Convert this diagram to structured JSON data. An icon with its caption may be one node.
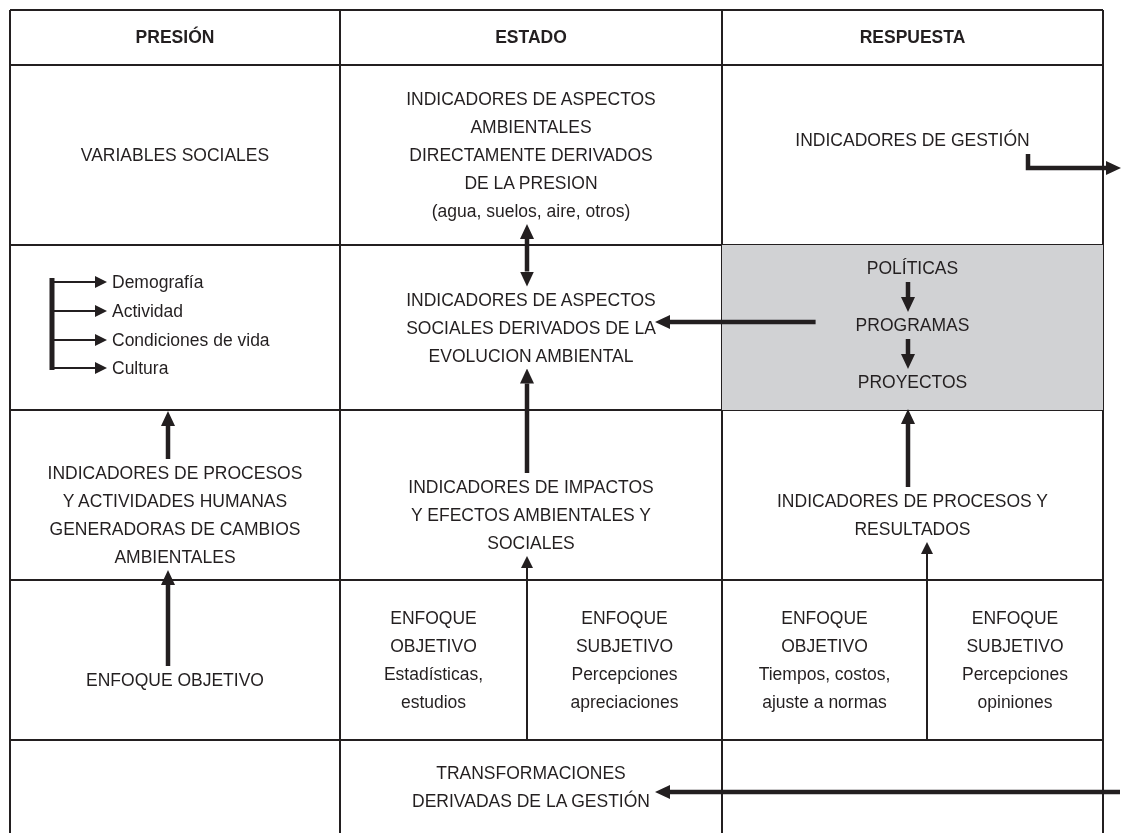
{
  "diagram": {
    "nodes": [
      {
        "text": [
          "VARIABLES SOCIALES"
        ]
      },
      {
        "text": [
          "INDICADORES DE ASPECTOS AMBIENTALES DIRECTAMENTE DERIVADOS DE LA PRESION",
          "(agua, suelos, aire, otros)"
        ]
      },
      {
        "text": [
          "INDICADORES DE GESTIÓN"
        ]
      },
      {
        "text": [
          "Demografía"
        ]
      },
      {
        "text": [
          "Actividad"
        ]
      },
      {
        "text": [
          "Condiciones de vida"
        ]
      },
      {
        "text": [
          "Cultura"
        ]
      },
      {
        "text": [
          "INDICADORES DE ASPECTOS SOCIALES DERIVADOS DE LA EVOLUCION AMBIENTAL"
        ]
      },
      {
        "text": [],
        "shape": "box"
      },
      {
        "text": [
          "POLÍTICAS"
        ],
        "in": 8
      },
      {
        "text": [
          "PROGRAMAS"
        ],
        "in": 8
      },
      {
        "text": [
          "PROYECTOS"
        ],
        "in": 8
      },
      {
        "text": [
          "INDICADORES DE PROCESOS Y ACTIVIDADES HUMANAS GENERADORAS DE CAMBIOS AMBIENTALES"
        ]
      },
      {
        "text": [
          "INDICADORES DE IMPACTOS Y EFECTOS AMBIENTALES Y SOCIALES"
        ]
      },
      {
        "text": [
          "INDICADORES DE PROCESOS Y RESULTADOS"
        ]
      },
      {
        "text": [
          "ENFOQUE OBJETIVO"
        ]
      },
      {
        "text": [
          "ENFOQUE OBJETIVO",
          "Estadísticas, estudios"
        ]
      },
      {
        "text": [
          "ENFOQUE SUBJETIVO",
          "Percepciones apreciaciones"
        ]
      },
      {
        "text": [
          "ENFOQUE OBJETIVO",
          "Tiempos, costos, ajuste a normas"
        ]
      },
      {
        "text": [
          "ENFOQUE SUBJETIVO",
          "Percepciones opiniones"
        ]
      },
      {
        "text": [
          "TRANSFORMACIONES DERIVADAS DE LA GESTIÓN"
        ]
      }
    ],
    "edges": [
      {
        "from": 1,
        "to": 7,
        "arrow": "both"
      },
      {
        "from": null,
        "to": 3,
        "arrow": "to"
      },
      {
        "from": null,
        "to": 4,
        "arrow": "to"
      },
      {
        "from": null,
        "to": 5,
        "arrow": "to"
      },
      {
        "from": null,
        "to": 6,
        "arrow": "to"
      },
      {
        "from": 2,
        "to": null,
        "arrow": "to"
      },
      {
        "from": 10,
        "to": 7,
        "arrow": "to"
      },
      {
        "from": 9,
        "to": 10,
        "arrow": "to"
      },
      {
        "from": 10,
        "to": 11,
        "arrow": "to"
      },
      {
        "from": 12,
        "to": null,
        "arrow": "to"
      },
      {
        "from": 13,
        "to": 7,
        "arrow": "to"
      },
      {
        "from": 14,
        "to": 8,
        "arrow": "to"
      },
      {
        "from": 15,
        "to": 12,
        "arrow": "to"
      },
      {
        "from": null,
        "to": 13,
        "arrow": "to"
      },
      {
        "from": null,
        "to": 14,
        "arrow": "to"
      },
      {
        "from": null,
        "to": 20,
        "arrow": "to"
      }
    ],
    "labels": [
      "PRESIÓN",
      "ESTADO",
      "RESPUESTA"
    ]
  }
}
